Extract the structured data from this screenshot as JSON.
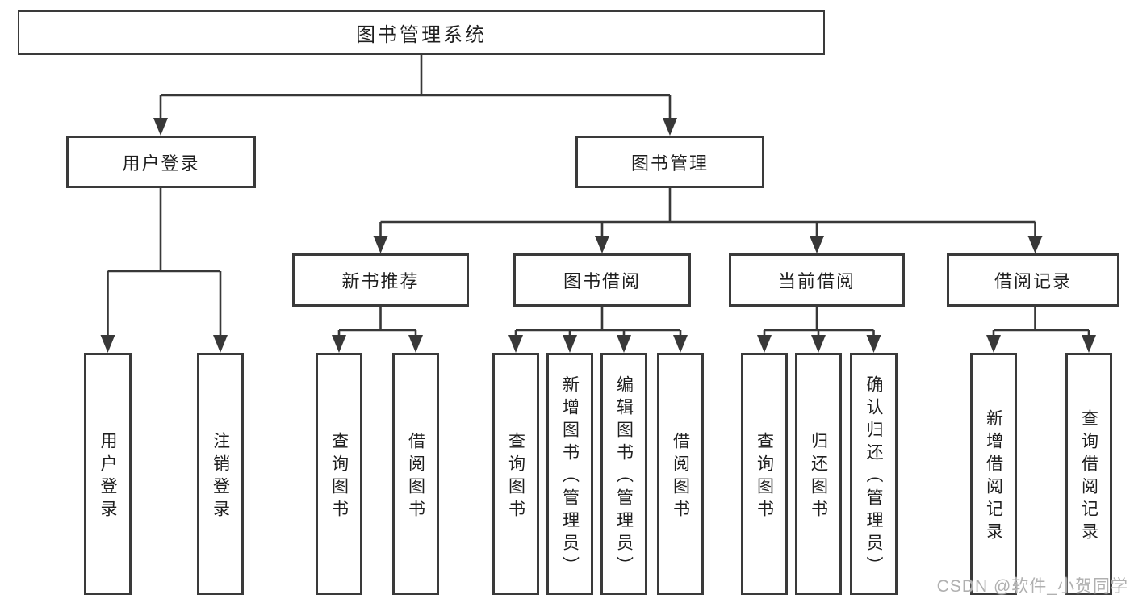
{
  "nodes": {
    "root": {
      "label": "图书管理系统"
    },
    "level1": [
      {
        "id": "user-login",
        "label": "用户登录"
      },
      {
        "id": "book-management",
        "label": "图书管理"
      }
    ],
    "level2": [
      {
        "id": "new-book-recommend",
        "label": "新书推荐"
      },
      {
        "id": "book-borrow",
        "label": "图书借阅"
      },
      {
        "id": "current-borrow",
        "label": "当前借阅"
      },
      {
        "id": "borrow-records",
        "label": "借阅记录"
      }
    ],
    "leaves": [
      {
        "group": "user-login",
        "label": "用户登录"
      },
      {
        "group": "user-login",
        "label": "注销登录"
      },
      {
        "group": "new-book-recommend",
        "label": "查询图书"
      },
      {
        "group": "new-book-recommend",
        "label": "借阅图书"
      },
      {
        "group": "book-borrow",
        "label": "查询图书"
      },
      {
        "group": "book-borrow",
        "label": "新增图书（管理员）"
      },
      {
        "group": "book-borrow",
        "label": "编辑图书（管理员）"
      },
      {
        "group": "book-borrow",
        "label": "借阅图书"
      },
      {
        "group": "current-borrow",
        "label": "查询图书"
      },
      {
        "group": "current-borrow",
        "label": "归还图书"
      },
      {
        "group": "current-borrow",
        "label": "确认归还（管理员）"
      },
      {
        "group": "borrow-records",
        "label": "新增借阅记录"
      },
      {
        "group": "borrow-records",
        "label": "查询借阅记录"
      }
    ]
  },
  "watermark": {
    "text": "CSDN @软件_小贺同学"
  },
  "colors": {
    "box_border": "#3a3a3a",
    "connector": "#383838",
    "text": "#1f1f1f",
    "watermark": "#b0b0b0",
    "background": "#ffffff"
  }
}
